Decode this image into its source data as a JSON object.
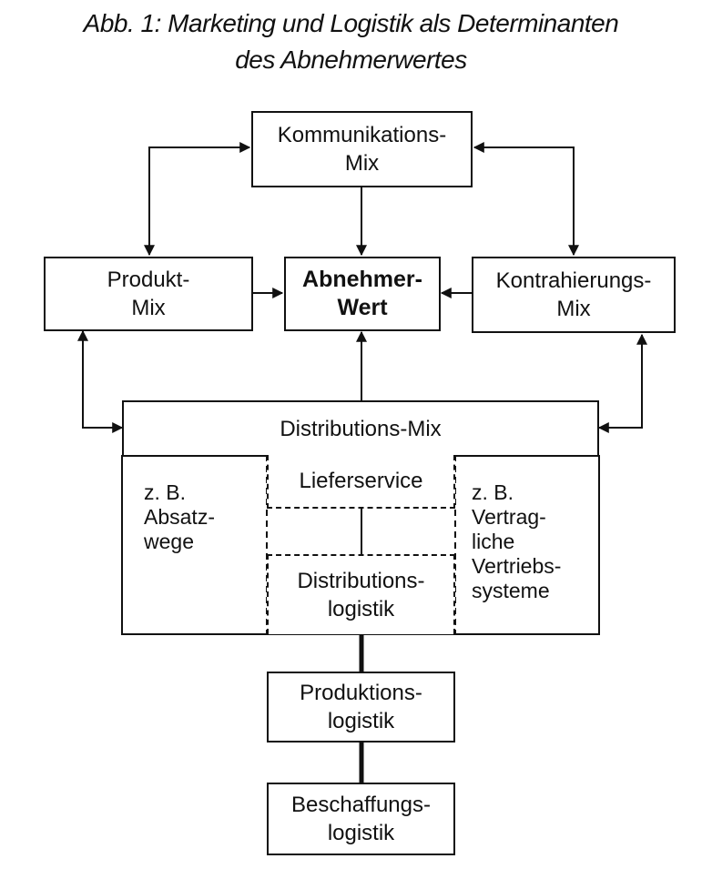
{
  "title": {
    "line1": "Abb. 1: Marketing und Logistik als Determinanten",
    "line2": "des Abnehmerwertes"
  },
  "nodes": {
    "kommunikation": [
      "Kommunikations-",
      "Mix"
    ],
    "produkt": [
      "Produkt-",
      "Mix"
    ],
    "abnehmer": [
      "Abnehmer-",
      "Wert"
    ],
    "kontrahierung": [
      "Kontrahierungs-",
      "Mix"
    ],
    "distribution_mix": "Distributions-Mix",
    "lieferservice": "Lieferservice",
    "distributionslogistik": [
      "Distributions-",
      "logistik"
    ],
    "produktionslogistik": [
      "Produktions-",
      "logistik"
    ],
    "beschaffungslogistik": [
      "Beschaffungs-",
      "logistik"
    ]
  },
  "notes": {
    "left": [
      "z. B.",
      "Absatz-",
      "wege"
    ],
    "right": [
      "z. B.",
      "Vertrag-",
      "liche",
      "Vertriebs-",
      "systeme"
    ]
  }
}
